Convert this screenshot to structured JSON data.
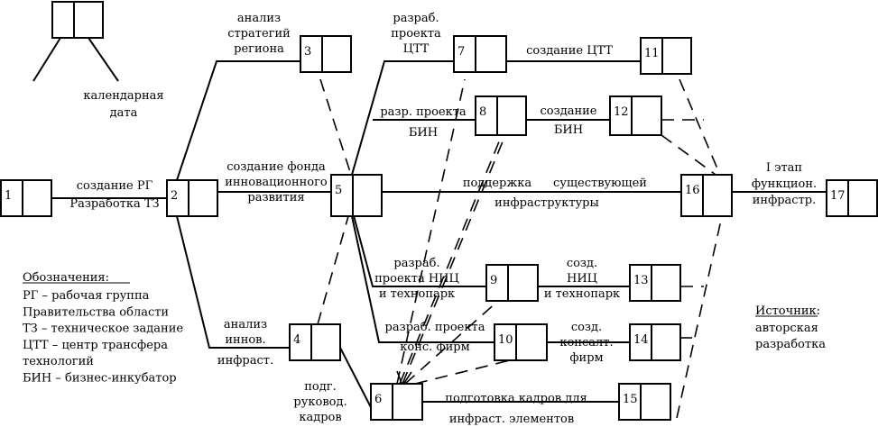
{
  "nodes": [
    {
      "id": "1",
      "number": "1"
    },
    {
      "id": "2",
      "number": "2"
    },
    {
      "id": "3",
      "number": "3"
    },
    {
      "id": "4",
      "number": "4"
    },
    {
      "id": "5",
      "number": "5"
    },
    {
      "id": "6",
      "number": "6"
    },
    {
      "id": "7",
      "number": "7"
    },
    {
      "id": "8",
      "number": "8"
    },
    {
      "id": "9",
      "number": "9"
    },
    {
      "id": "10",
      "number": "10"
    },
    {
      "id": "11",
      "number": "11"
    },
    {
      "id": "12",
      "number": "12"
    },
    {
      "id": "13",
      "number": "13"
    },
    {
      "id": "14",
      "number": "14"
    },
    {
      "id": "15",
      "number": "15"
    },
    {
      "id": "16",
      "number": "16"
    },
    {
      "id": "17",
      "number": "17"
    }
  ],
  "labels": {
    "calendar_date": [
      "календарная",
      "дата"
    ],
    "e1_2_top": "создание РГ",
    "e1_2_bottom": "Разработка ТЗ",
    "e2_3": [
      "анализ",
      "стратегий",
      "региона"
    ],
    "e2_5": [
      "создание фонда",
      "инновационного",
      "развития"
    ],
    "e2_4_a": [
      "анализ",
      "иннов."
    ],
    "e2_4_b": "инфраст.",
    "e5_7": [
      "разраб.",
      "проекта",
      "ЦТТ"
    ],
    "e7_11": "создание ЦТТ",
    "e5_8": [
      "разр. проекта",
      "БИН"
    ],
    "e8_12": [
      "создание",
      "БИН"
    ],
    "e5_16_a": "поддержка",
    "e5_16_b": "существующей",
    "e5_16_c": "инфраструктуры",
    "e16_17": [
      "I этап",
      "функцион.",
      "инфрастр."
    ],
    "e5_9": [
      "разраб.",
      "проекта НИЦ",
      "и технопарк"
    ],
    "e9_13": [
      "созд.",
      "НИЦ",
      "и технопарк"
    ],
    "e5_10": [
      "разраб. проекта",
      "конс. фирм"
    ],
    "e10_14": [
      "созд.",
      "консалт.",
      "фирм"
    ],
    "e4_6": [
      "подг.",
      "руковод.",
      "кадров"
    ],
    "e6_15": [
      "подготовка кадров для",
      "инфраст. элементов"
    ]
  },
  "legend": {
    "title": "Обозначения:",
    "items": [
      "РГ – рабочая группа",
      "Правительства области",
      "ТЗ – техническое задание",
      "ЦТТ – центр трансфера",
      "технологий",
      "БИН – бизнес-инкубатор"
    ]
  },
  "source": {
    "title": "Источник:",
    "lines": [
      "авторская",
      "разработка"
    ]
  }
}
